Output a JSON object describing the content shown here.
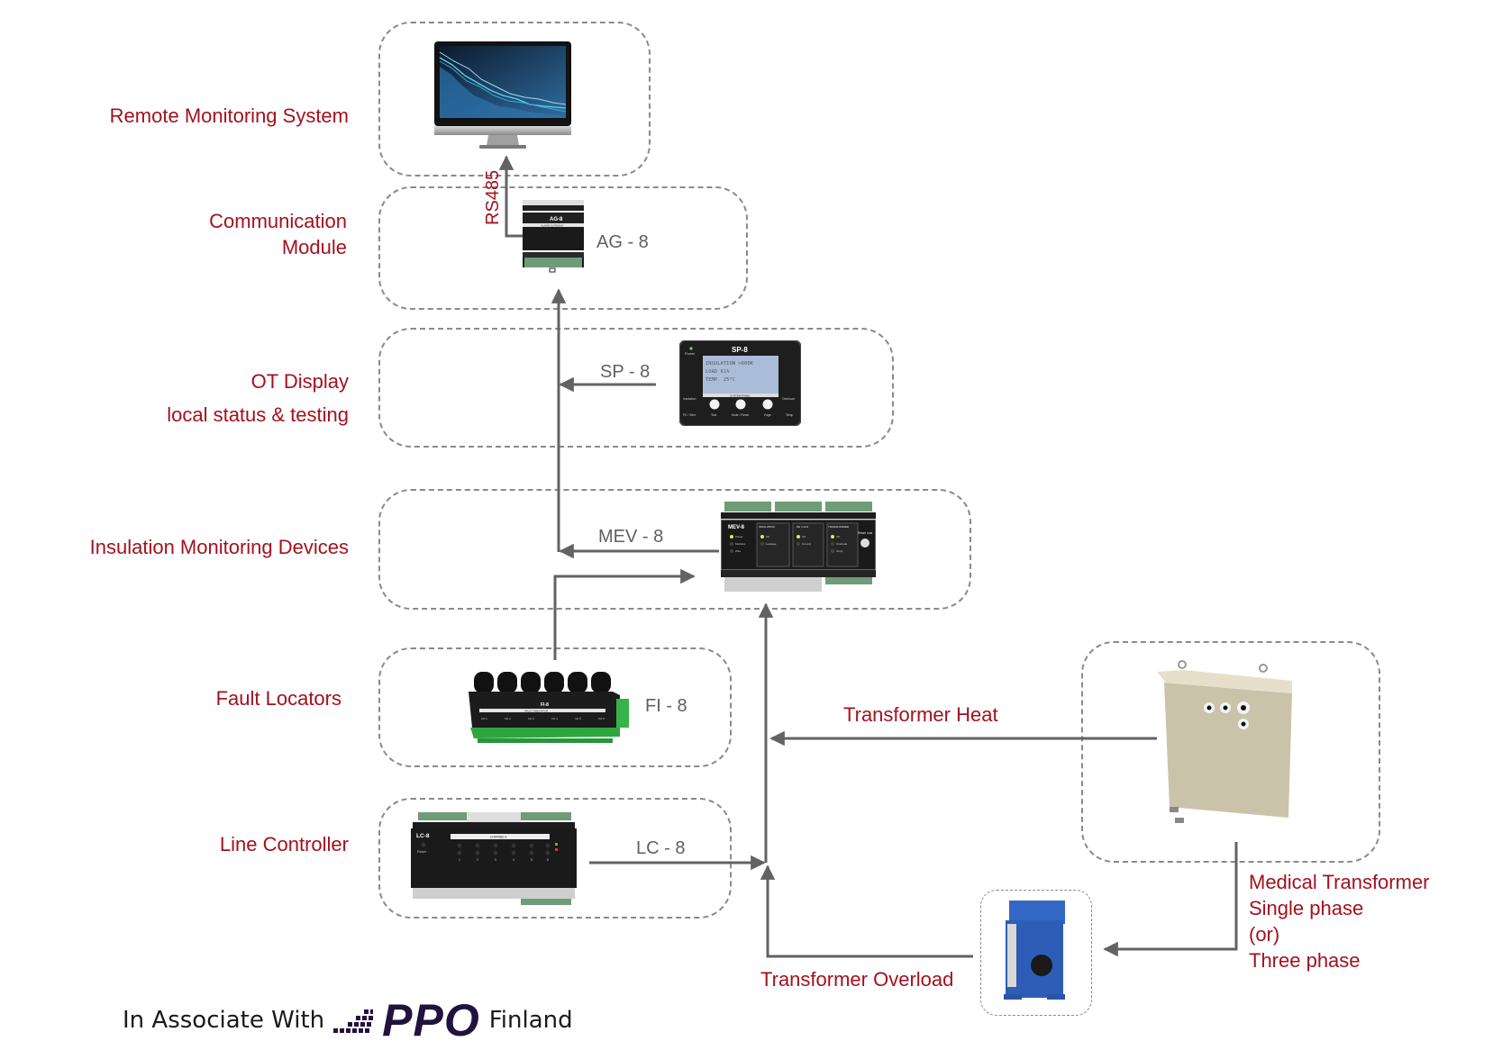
{
  "tiers": [
    {
      "id": "remote",
      "label": "Remote Monitoring System"
    },
    {
      "id": "comm",
      "label_lines": [
        "Communication",
        "Module"
      ]
    },
    {
      "id": "ot",
      "label_lines": [
        "OT Display",
        "local status & testing"
      ]
    },
    {
      "id": "imd",
      "label": "Insulation Monitoring Devices"
    },
    {
      "id": "fault",
      "label": "Fault Locators"
    },
    {
      "id": "line",
      "label": "Line Controller"
    }
  ],
  "devices": {
    "ag8": {
      "label": "AG - 8",
      "face_title": "AG-8",
      "face_subtitle": "ALARM GATEWAY"
    },
    "sp8": {
      "label": "SP - 8",
      "face_title": "SP-8",
      "screen_lines": [
        "INSULATION  >600K",
        "LOAD          61%",
        "TEMP.        25°C"
      ],
      "panel_caption": "SYSTEM PANEL",
      "buttons": [
        "Test",
        "Mute / Reset",
        "Page"
      ],
      "side_labels": [
        "Power",
        "Insulation",
        "PE / Wire",
        "Overload",
        "Temp"
      ]
    },
    "mev8": {
      "label": "MEV - 8",
      "face_title": "MEV-8",
      "sections": [
        "INSULATION",
        "PE / LS-8",
        "TRANSFORMER"
      ],
      "leds": [
        "Power",
        "Modules",
        "Wire",
        "OK",
        "Leakage",
        "OK",
        "Ground",
        "OK",
        "Overload",
        "Temp"
      ],
      "reset_label": "Reset",
      "usb_label": "USB"
    },
    "fi8": {
      "label": "FI - 8",
      "face_title": "FI-8",
      "caption": "FAULT INDICATOR",
      "channels": [
        "CH 1",
        "CH 2",
        "CH 3",
        "CH 4",
        "CH 5",
        "CH 6"
      ]
    },
    "lc8": {
      "label": "LC - 8",
      "face_title": "LC-8",
      "power_label": "Power",
      "caption": "CHANNELS",
      "channels": [
        "1",
        "2",
        "3",
        "4",
        "5",
        "6"
      ]
    }
  },
  "connections": {
    "rs485": "RS485",
    "transformer_heat": "Transformer Heat",
    "transformer_overload": "Transformer Overload"
  },
  "transformer": {
    "label_lines": [
      "Medical Transformer",
      "Single phase",
      "(or)",
      "Three phase"
    ]
  },
  "footer": {
    "prefix": "In Associate With",
    "brand": "PPO",
    "suffix": "Finland"
  },
  "colors": {
    "label_red": "#a3111f",
    "wire_gray": "#636363",
    "dash_gray": "#8a8a8a",
    "brand_navy": "#22123f"
  }
}
